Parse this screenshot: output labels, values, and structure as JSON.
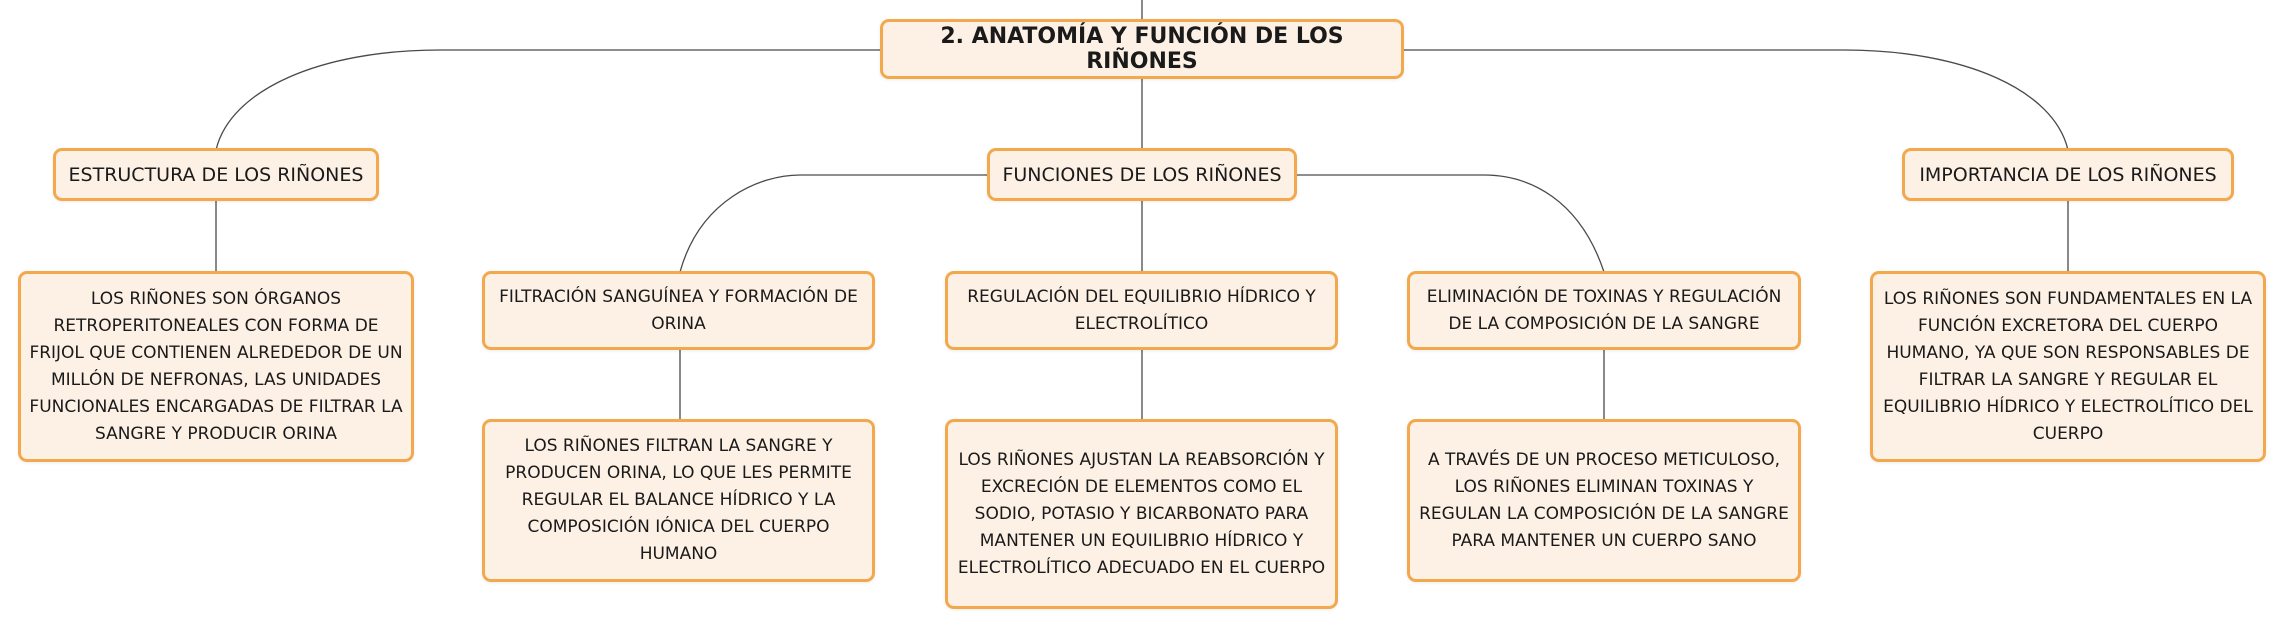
{
  "root": {
    "label": "2. ANATOMÍA Y FUNCIÓN DE LOS RIÑONES"
  },
  "structure": {
    "label": "ESTRUCTURA DE LOS RIÑONES",
    "detail": "LOS RIÑONES SON ÓRGANOS RETROPERITONEALES CON FORMA DE FRIJOL QUE CONTIENEN ALREDEDOR DE UN MILLÓN DE NEFRONAS, LAS UNIDADES FUNCIONALES ENCARGADAS DE FILTRAR LA SANGRE Y PRODUCIR ORINA"
  },
  "functions": {
    "label": "FUNCIONES DE LOS RIÑONES",
    "children": [
      {
        "label": "FILTRACIÓN SANGUÍNEA Y FORMACIÓN DE ORINA",
        "detail": "LOS RIÑONES FILTRAN LA SANGRE Y PRODUCEN ORINA, LO QUE LES PERMITE REGULAR EL BALANCE HÍDRICO Y LA COMPOSICIÓN IÓNICA DEL CUERPO HUMANO"
      },
      {
        "label": "REGULACIÓN DEL EQUILIBRIO HÍDRICO Y ELECTROLÍTICO",
        "detail": "LOS RIÑONES AJUSTAN LA REABSORCIÓN Y EXCRECIÓN DE ELEMENTOS COMO EL SODIO, POTASIO Y BICARBONATO PARA MANTENER UN EQUILIBRIO HÍDRICO Y ELECTROLÍTICO ADECUADO EN EL CUERPO"
      },
      {
        "label": "ELIMINACIÓN DE TOXINAS Y REGULACIÓN DE LA COMPOSICIÓN DE LA SANGRE",
        "detail": "A TRAVÉS DE UN PROCESO METICULOSO, LOS RIÑONES ELIMINAN TOXINAS Y REGULAN LA COMPOSICIÓN DE LA SANGRE PARA MANTENER UN CUERPO SANO"
      }
    ]
  },
  "importance": {
    "label": "IMPORTANCIA DE LOS RIÑONES",
    "detail": "LOS RIÑONES SON FUNDAMENTALES EN LA FUNCIÓN EXCRETORA DEL CUERPO HUMANO, YA QUE SON RESPONSABLES DE FILTRAR LA SANGRE Y REGULAR EL EQUILIBRIO HÍDRICO Y ELECTROLÍTICO DEL CUERPO"
  },
  "colors": {
    "node_fill": "#fdf1e6",
    "node_border": "#f2a94d",
    "connector": "#4a4a4a"
  }
}
